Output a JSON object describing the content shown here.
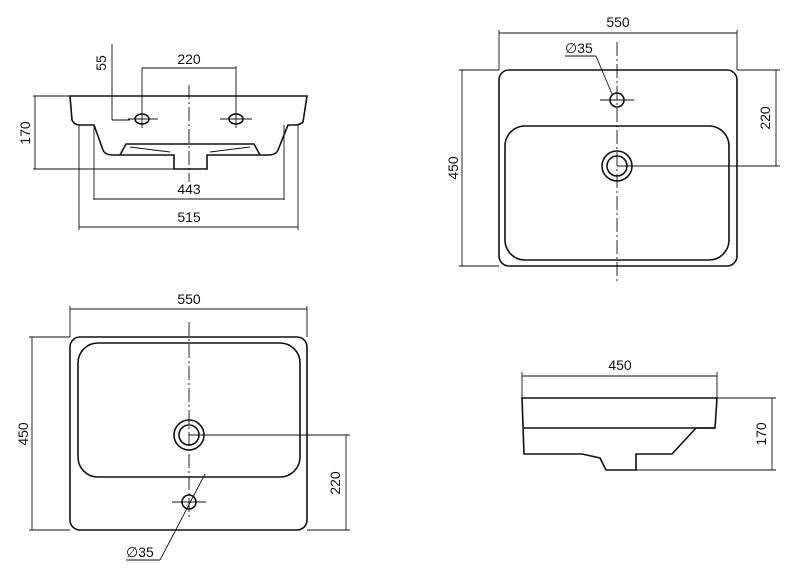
{
  "front_view": {
    "dim_width_top": "220",
    "dim_offset": "55",
    "dim_height": "170",
    "dim_inner": "443",
    "dim_outer": "515"
  },
  "plan_view_top": {
    "dim_width": "550",
    "dim_depth": "450",
    "dim_hole_to_drain": "220",
    "hole_diameter": "∅35"
  },
  "plan_view_bottom": {
    "dim_width": "550",
    "dim_depth": "450",
    "dim_hole_to_drain": "220",
    "hole_diameter": "∅35"
  },
  "side_view": {
    "dim_depth": "450",
    "dim_height": "170"
  }
}
